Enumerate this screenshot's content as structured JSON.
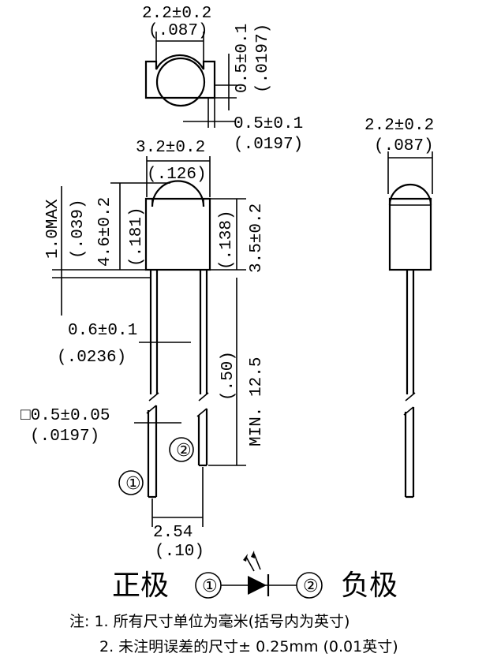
{
  "top_view": {
    "width_label": "2.2±0.2",
    "width_inch": "(.087)",
    "flat_label": "0.5±0.1",
    "flat_inch": "(.0197)",
    "edge_label": "0.5±0.1",
    "edge_inch": "(.0197)"
  },
  "front_view": {
    "body_width_label": "3.2±0.2",
    "body_width_inch": "(.126)",
    "max_label": "1.0MAX",
    "max_inch": "(.039)",
    "height_label": "4.6±0.2",
    "height_inch": "(.181)",
    "body_height_label": "3.5±0.2",
    "body_height_inch": "(.138)",
    "lead_width_label": "0.6±0.1",
    "lead_width_inch": "(.0236)",
    "lead_length_label": "MIN. 12.5",
    "lead_length_inch": "(.50)",
    "square_lead_label": "□0.5±0.05",
    "square_lead_inch": "(.0197)",
    "pitch_label": "2.54",
    "pitch_inch": "(.10)",
    "pin1": "①",
    "pin2": "②"
  },
  "side_view": {
    "width_label": "2.2±0.2",
    "width_inch": "(.087)"
  },
  "legend": {
    "anode_text": "正极",
    "pin1": "①",
    "pin2": "②",
    "cathode_text": "负极"
  },
  "notes": {
    "line1": "注: 1. 所有尺寸单位为毫米(括号内为英寸)",
    "line2": "2. 未注明误差的尺寸± 0.25mm (0.01英寸)"
  }
}
